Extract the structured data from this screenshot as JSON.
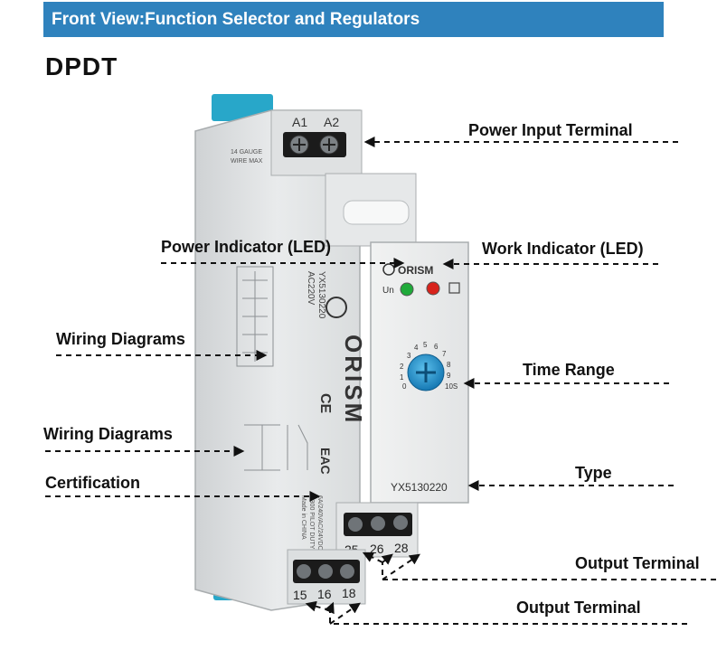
{
  "banner": {
    "title": "Front View:Function Selector and Regulators"
  },
  "heading": "DPDT",
  "callouts": {
    "power_input_terminal": "Power Input Terminal",
    "power_indicator": "Power Indicator (LED)",
    "work_indicator": "Work Indicator (LED)",
    "wiring_diagrams_1": "Wiring Diagrams",
    "time_range": "Time Range",
    "wiring_diagrams_2": "Wiring Diagrams",
    "type": "Type",
    "certification": "Certification",
    "output_terminal_1": "Output Terminal",
    "output_terminal_2": "Output Terminal"
  },
  "device": {
    "terminals_top": [
      "A1",
      "A2"
    ],
    "gauge_text": [
      "14 GAUGE",
      "WIRE MAX"
    ],
    "brand": "ORISM",
    "brand_side": "ORISM",
    "led_un": "Un",
    "model": "YX5130220",
    "model_side": "YX5130220",
    "voltage_side": "AC220V",
    "dial_numbers": [
      "0",
      "1",
      "2",
      "3",
      "4",
      "5",
      "6",
      "7",
      "8",
      "9",
      "10S"
    ],
    "terminals_mid": [
      "25",
      "26",
      "28"
    ],
    "terminals_bottom": [
      "15",
      "16",
      "18"
    ],
    "rating_text": [
      "6A/240VAC/24VDC",
      "B300 PILOT DUTY",
      "Made in CHINA"
    ],
    "cert_marks": [
      "CE",
      "EAC"
    ]
  },
  "colors": {
    "banner_bg": "#2f82bd",
    "accent_clip": "#28a7c9",
    "dial_blue": "#1e90c8",
    "led_green": "#1faa3a",
    "led_red": "#d8231c"
  }
}
